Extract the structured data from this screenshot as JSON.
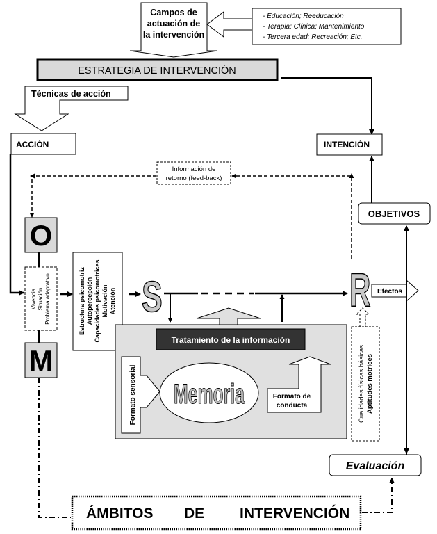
{
  "colors": {
    "box_fill": "#ffffff",
    "gray_fill": "#d9d9d9",
    "light_gray": "#e0e0e0",
    "dark_banner": "#333333",
    "line": "#000000",
    "banner_text": "#ffffff",
    "letter_gray": "#c8c8c8"
  },
  "campos": {
    "label_lines": [
      "Campos de",
      "actuación de",
      "la intervención"
    ],
    "examples": [
      "- Educación;  Reeducación",
      "- Terapia;  Clínica;  Mantenimiento",
      "- Tercera edad;  Recreación;  Etc."
    ]
  },
  "estrategia": {
    "label": "ESTRATEGIA DE INTERVENCIÓN"
  },
  "tecnicas": {
    "label": "Técnicas de acción"
  },
  "accion": {
    "label": "ACCIÓN"
  },
  "intencion": {
    "label": "INTENCIÓN"
  },
  "objetivos": {
    "label": "OBJETIVOS"
  },
  "feedback": {
    "label_lines": [
      "Información de",
      "retorno (feed-back)"
    ]
  },
  "letters": {
    "o": "O",
    "m": "M",
    "s": "S",
    "r": "R"
  },
  "vivencia": {
    "lines": [
      "Vivencia",
      "Situación",
      "Problema adaptativo"
    ]
  },
  "estructura": {
    "lines": [
      "Estructura psicomotriz",
      "Autopercepción",
      "Capacidades psicomotrices",
      "Motivación",
      "Atención"
    ]
  },
  "tratamiento": {
    "label": "Tratamiento de la información"
  },
  "formato_sensorial": {
    "label": "Formato sensorial"
  },
  "memoria": {
    "label": "Memoria"
  },
  "formato_conducta": {
    "label_lines": [
      "Formato de",
      "conducta"
    ]
  },
  "efectos": {
    "label": "Efectos"
  },
  "cualidades": {
    "line1": "Cualidades físicas básicas",
    "line2": "Aptitudes motrices"
  },
  "evaluacion": {
    "label": "Evaluación"
  },
  "ambitos": {
    "words": [
      "ÁMBITOS",
      "DE",
      "INTERVENCIÓN"
    ]
  }
}
